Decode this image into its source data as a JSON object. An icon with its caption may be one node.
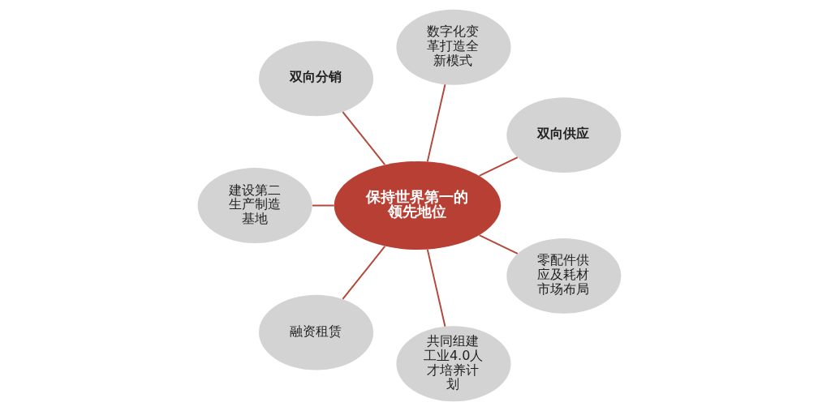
{
  "diagram": {
    "nodes": [
      {
        "text": [
          "保持世界第一的领先地位"
        ]
      },
      {
        "text": [
          "双向分销"
        ]
      },
      {
        "text": [
          "数字化变革打造全新模式"
        ]
      },
      {
        "text": [
          "双向供应"
        ]
      },
      {
        "text": [
          "零配件供应及耗材市场布局"
        ]
      },
      {
        "text": [
          "共同组建工业4.0人才培养计划"
        ]
      },
      {
        "text": [
          "融资租赁"
        ]
      },
      {
        "text": [
          "建设第二生产制造基地"
        ]
      }
    ],
    "edges": [
      {
        "from": 0,
        "to": 1,
        "arrow": "none"
      },
      {
        "from": 0,
        "to": 2,
        "arrow": "none"
      },
      {
        "from": 0,
        "to": 3,
        "arrow": "none"
      },
      {
        "from": 0,
        "to": 4,
        "arrow": "none"
      },
      {
        "from": 0,
        "to": 5,
        "arrow": "none"
      },
      {
        "from": 0,
        "to": 6,
        "arrow": "none"
      },
      {
        "from": 0,
        "to": 7,
        "arrow": "none"
      }
    ]
  }
}
